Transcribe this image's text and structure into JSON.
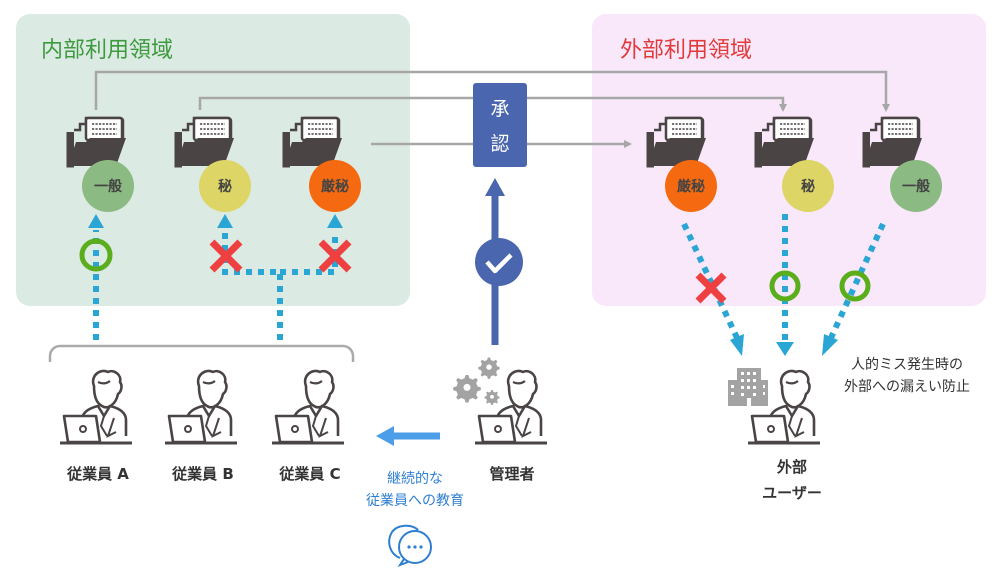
{
  "zones": {
    "internal": {
      "title": "内部利用領域",
      "color": "#3d9a3d",
      "background": "#dceae4"
    },
    "external": {
      "title": "外部利用領域",
      "color": "#e23a3a",
      "background": "#f9e8fa"
    }
  },
  "classification_levels": {
    "general": {
      "label": "一般",
      "color": "#8bba82"
    },
    "secret": {
      "label": "秘",
      "color": "#ddd566"
    },
    "top_secret": {
      "label": "厳秘",
      "color": "#f56a10"
    }
  },
  "internal_folders": [
    "一般",
    "秘",
    "厳秘"
  ],
  "external_folders": [
    "厳秘",
    "秘",
    "一般"
  ],
  "approval": {
    "line1": "承",
    "line2": "認",
    "color": "#4a66ae"
  },
  "employees": [
    {
      "label": "従業員 A",
      "access": "allowed"
    },
    {
      "label": "従業員 B",
      "access": "denied"
    },
    {
      "label": "従業員 C",
      "access": "denied"
    }
  ],
  "administrator": {
    "label": "管理者"
  },
  "education_note": {
    "line1": "継続的な",
    "line2": "従業員への教育",
    "color": "#2f7fd0"
  },
  "external_user": {
    "line1": "外部",
    "line2": "ユーザー"
  },
  "external_access": [
    {
      "level": "厳秘",
      "status": "denied"
    },
    {
      "level": "秘",
      "status": "allowed"
    },
    {
      "level": "一般",
      "status": "allowed"
    }
  ],
  "leak_note": {
    "line1": "人的ミス発生時の",
    "line2": "外部への漏えい防止"
  },
  "colors": {
    "dotted_arrow": "#2aa6d5",
    "allowed_mark": "#5aae1c",
    "denied_mark": "#ee4040",
    "connector": "#a7a7a7",
    "icon_dark": "#4a4444",
    "education_arrow": "#4d9ee8"
  }
}
